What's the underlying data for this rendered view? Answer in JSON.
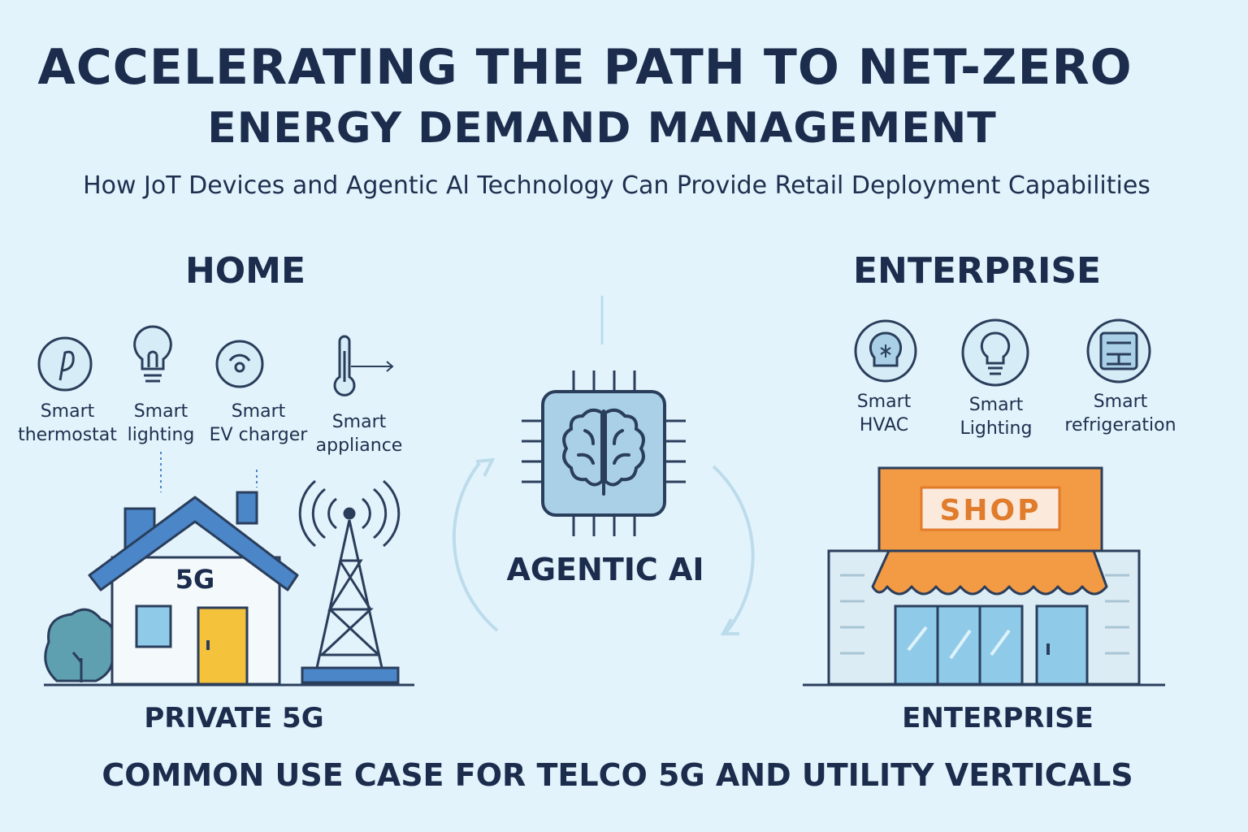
{
  "header": {
    "title": "ACCELERATING THE PATH TO NET-ZERO",
    "subtitle": "ENERGY DEMAND MANAGEMENT",
    "tagline": "How JoT Devices and Agentic Al Technology Can Provide Retail Deployment Capabilities"
  },
  "home": {
    "heading": "HOME",
    "devices": [
      {
        "label": "Smart\nthermostat",
        "icon": "thermostat-icon"
      },
      {
        "label": "Smart\nlighting",
        "icon": "light-bulb-icon"
      },
      {
        "label": "Smart\nEV charger",
        "icon": "ev-charger-icon"
      },
      {
        "label": "Smart\nappliance",
        "icon": "thermometer-icon"
      }
    ],
    "house_badge": "5G",
    "bottom_label": "PRIVATE 5G"
  },
  "center": {
    "label": "AGENTIC AI",
    "icon": "ai-brain-chip-icon"
  },
  "enterprise": {
    "heading": "ENTERPRISE",
    "devices": [
      {
        "label": "Smart\nHVAC",
        "icon": "hvac-icon"
      },
      {
        "label": "Smart\nLighting",
        "icon": "light-bulb-icon"
      },
      {
        "label": "Smart\nrefrigeration",
        "icon": "refrigeration-icon"
      }
    ],
    "shop_sign": "SHOP",
    "bottom_label": "ENTERPRISE"
  },
  "footer": "COMMON USE CASE FOR TELCO 5G AND UTILITY VERTICALS",
  "colors": {
    "background": "#e3f3fb",
    "navy": "#1b2c4d",
    "outline": "#2a3e5c",
    "roof_blue": "#4a86c8",
    "teal": "#3f7f95",
    "door_yellow": "#f5c23c",
    "shop_orange": "#f29a44",
    "chip_blue": "#a9d0e6",
    "glass": "#8fcbe8"
  }
}
